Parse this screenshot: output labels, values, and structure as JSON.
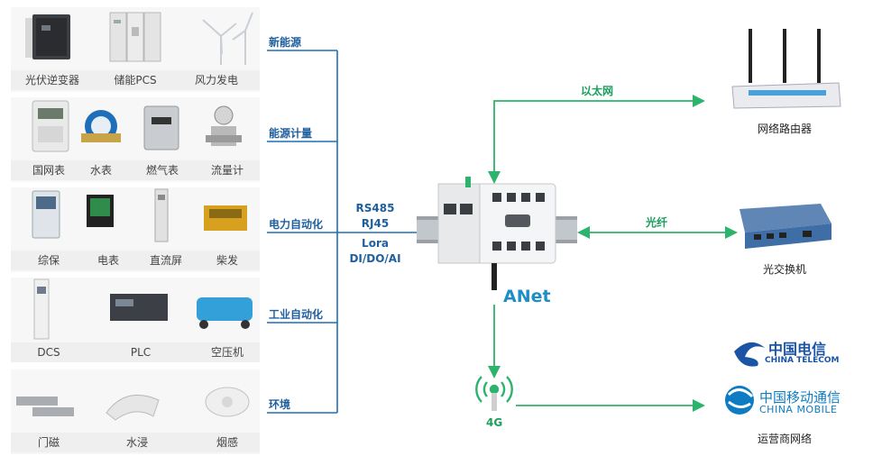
{
  "rows": [
    {
      "category": "新能源",
      "devices": [
        "光伏逆变器",
        "储能PCS",
        "风力发电"
      ]
    },
    {
      "category": "能源计量",
      "devices": [
        "国网表",
        "水表",
        "燃气表",
        "流量计"
      ]
    },
    {
      "category": "电力自动化",
      "devices": [
        "综保",
        "电表",
        "直流屏",
        "柴发"
      ]
    },
    {
      "category": "工业自动化",
      "devices": [
        "DCS",
        "PLC",
        "空压机"
      ]
    },
    {
      "category": "环境",
      "devices": [
        "门磁",
        "水浸",
        "烟感"
      ]
    }
  ],
  "protocols": [
    "RS485",
    "RJ45",
    "Lora",
    "DI/DO/AI"
  ],
  "gateway": {
    "name": "ANet"
  },
  "links": {
    "ethernet": "以太网",
    "fiber": "光纤",
    "cellular": "4G"
  },
  "right": {
    "router": "网络路由器",
    "switch": "光交换机",
    "carrier": "运营商网络",
    "telecom_cn": "中国电信",
    "telecom_en": "CHINA TELECOM",
    "mobile_cn": "中国移动通信",
    "mobile_en": "CHINA MOBILE"
  },
  "colors": {
    "line_blue": "#1f6fb8",
    "line_green": "#2db36b",
    "label_blue": "#1f5f9e",
    "label_green": "#1b9e5e"
  }
}
